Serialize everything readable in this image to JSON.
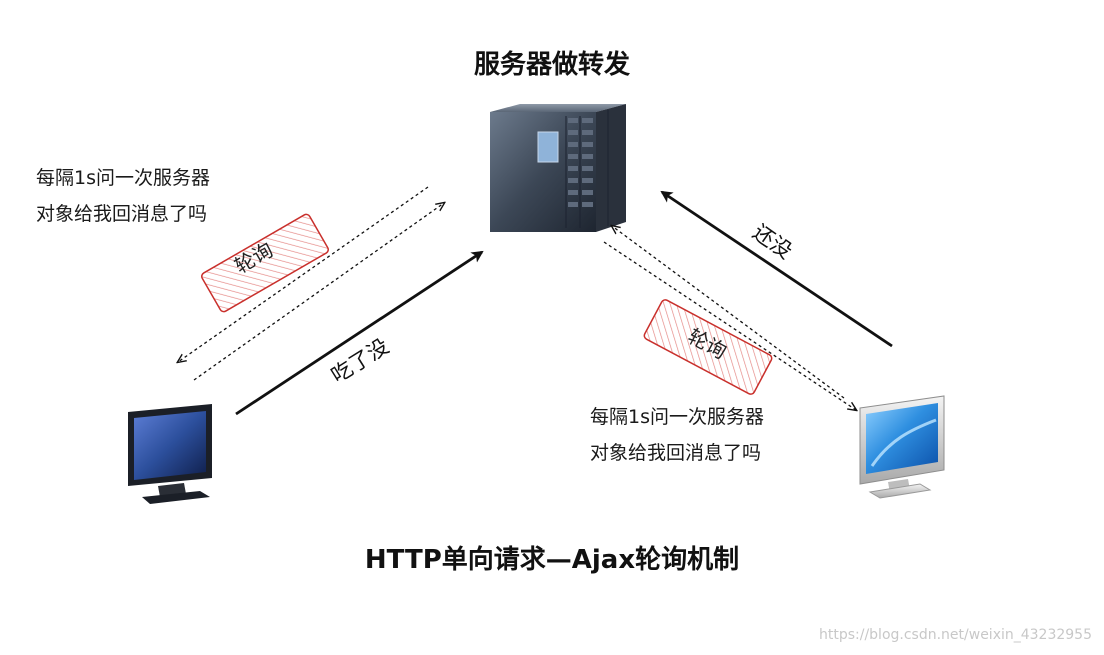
{
  "title_top": "服务器做转发",
  "title_bottom": "HTTP单向请求—Ajax轮询机制",
  "left_client": {
    "note_line1": "每隔1s问一次服务器",
    "note_line2": "对象给我回消息了吗",
    "poll_label": "轮询",
    "request_label": "吃了没"
  },
  "right_client": {
    "note_line1": "每隔1s问一次服务器",
    "note_line2": "对象给我回消息了吗",
    "poll_label": "轮询",
    "reply_label": "还没"
  },
  "watermark": "https://blog.csdn.net/weixin_43232955",
  "colors": {
    "poll_stamp": "#d9534f",
    "arrow": "#111111",
    "server_body": "#4a5566",
    "screen_left": "#2c4f9c",
    "screen_right": "#2f8fe0"
  },
  "icons": [
    "server-icon",
    "monitor-icon-left",
    "monitor-icon-right"
  ]
}
